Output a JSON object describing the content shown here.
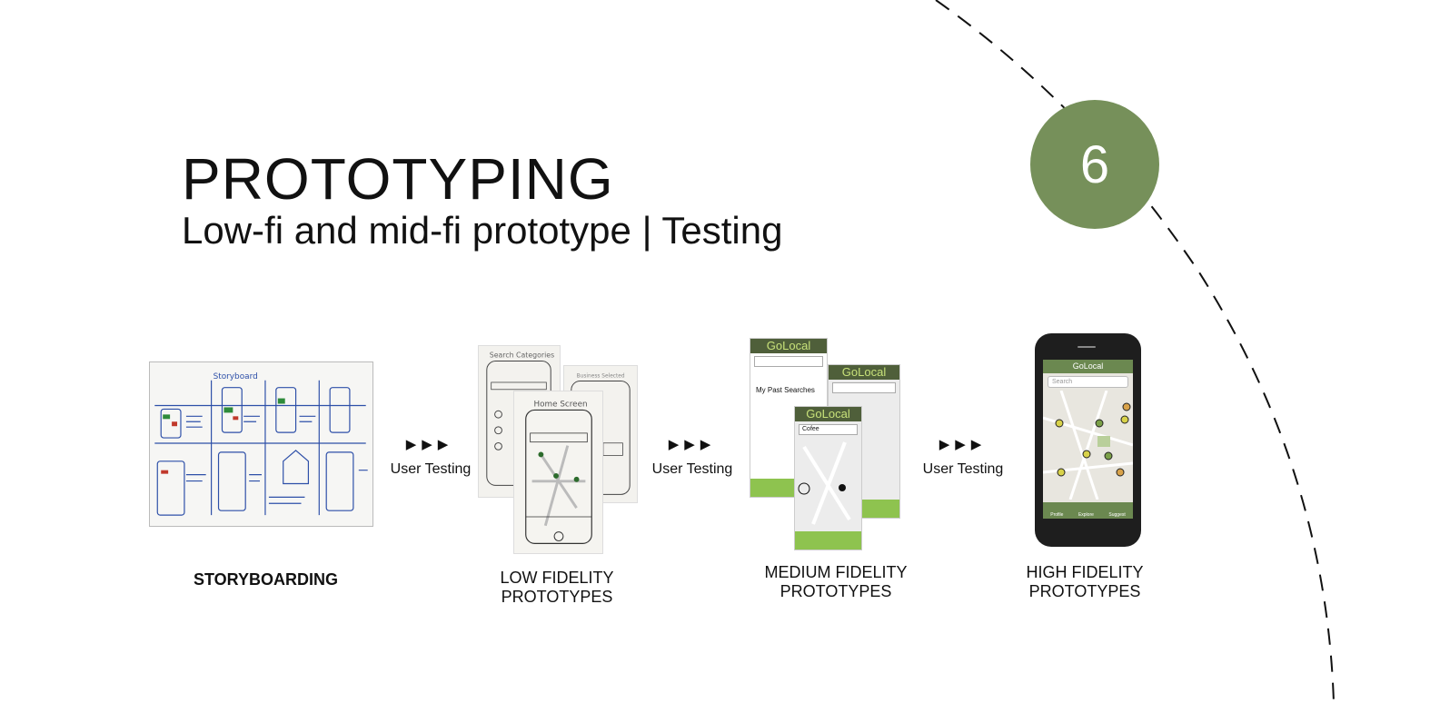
{
  "title": "PROTOTYPING",
  "subtitle": "Low-fi and mid-fi prototype | Testing",
  "step_number": "6",
  "accent_color": "#76905a",
  "stages": {
    "storyboarding": "STORYBOARDING",
    "low_fidelity": [
      "LOW FIDELITY",
      "PROTOTYPES"
    ],
    "medium_fidelity": [
      "MEDIUM FIDELITY",
      "PROTOTYPES"
    ],
    "high_fidelity": [
      "HIGH FIDELITY",
      "PROTOTYPES"
    ]
  },
  "transitions": {
    "arrows": "▶▶▶",
    "label": "User Testing"
  },
  "storyboard_image": {
    "heading": "Storyboard"
  },
  "low_fi_image": {
    "front_sheet": "Home Screen",
    "back_left_sheet": "Search Categories",
    "back_right_sheet": "Business Selected"
  },
  "mid_fi_image": {
    "app_name": "GoLocal",
    "section": "My Past Searches",
    "search_value": "Cofee"
  },
  "high_fi_image": {
    "app_name": "GoLocal",
    "search_placeholder": "Search",
    "tabs": [
      "Profile",
      "Explore",
      "Suggest"
    ]
  }
}
